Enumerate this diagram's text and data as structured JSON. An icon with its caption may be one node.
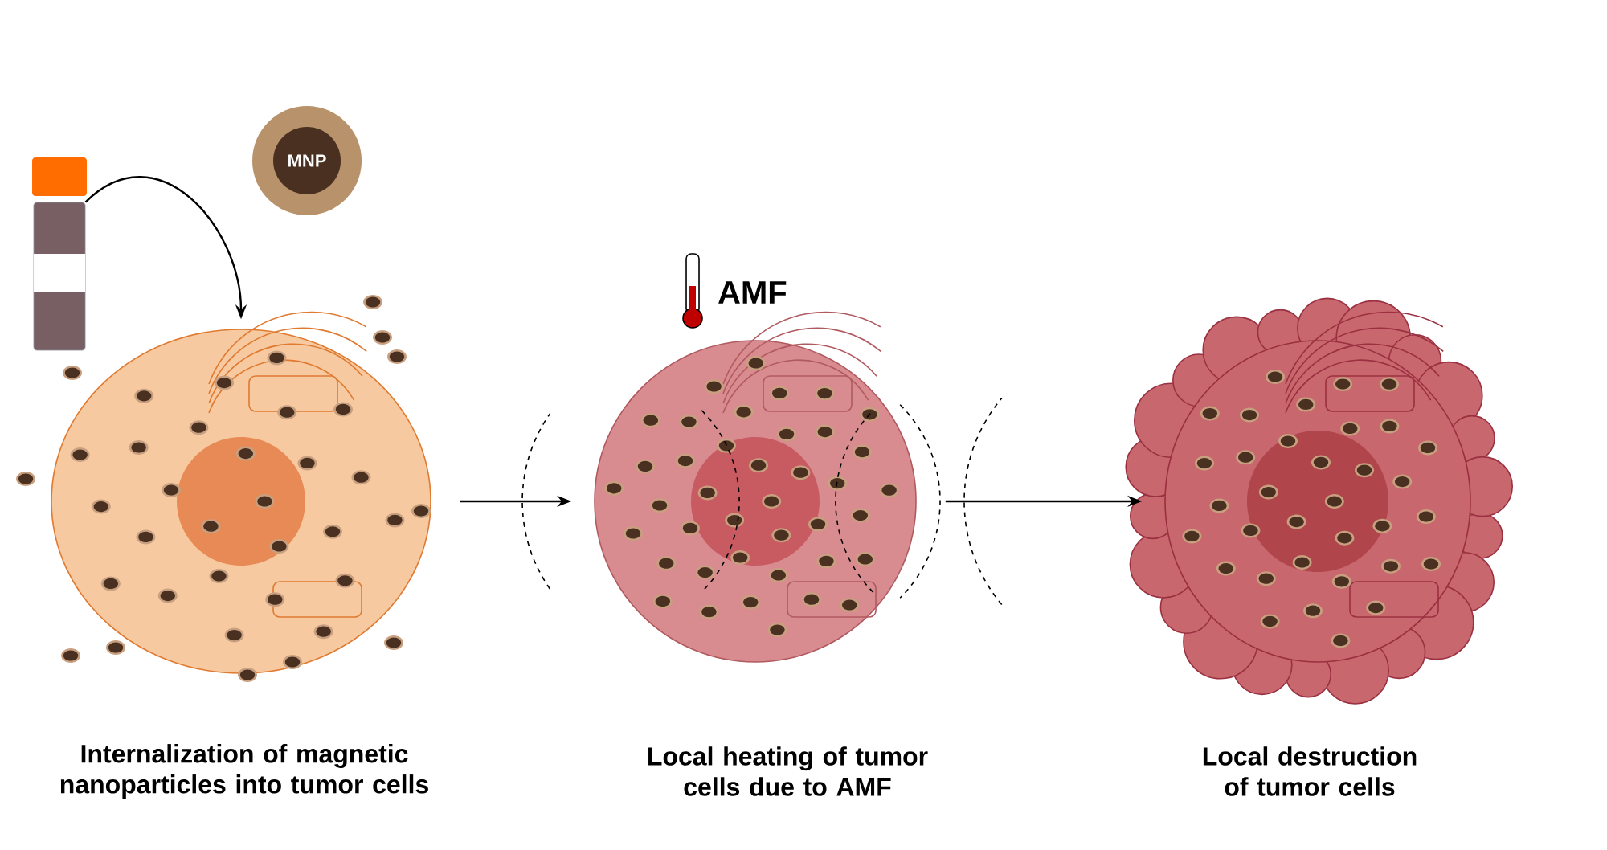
{
  "diagram": {
    "nodes": [
      {
        "text": [],
        "shape": "picture"
      },
      {
        "text": [
          "MNP"
        ]
      },
      {
        "text": [],
        "shape": "picture",
        "beside": [
          "Internalization of magnetic nanoparticles into tumor cells"
        ]
      },
      {
        "text": [],
        "shape": "picture",
        "beside": [
          "Local heating of tumor cells due to AMF"
        ]
      },
      {
        "text": [],
        "shape": "picture",
        "beside": [
          "Local destruction of tumor cells"
        ]
      }
    ],
    "edges": [
      {
        "from": 0,
        "to": 2,
        "arrow": "to"
      },
      {
        "from": 2,
        "to": 3,
        "arrow": "to"
      },
      {
        "from": 3,
        "to": 4,
        "arrow": "to"
      }
    ],
    "labels": [
      "AMF"
    ]
  }
}
